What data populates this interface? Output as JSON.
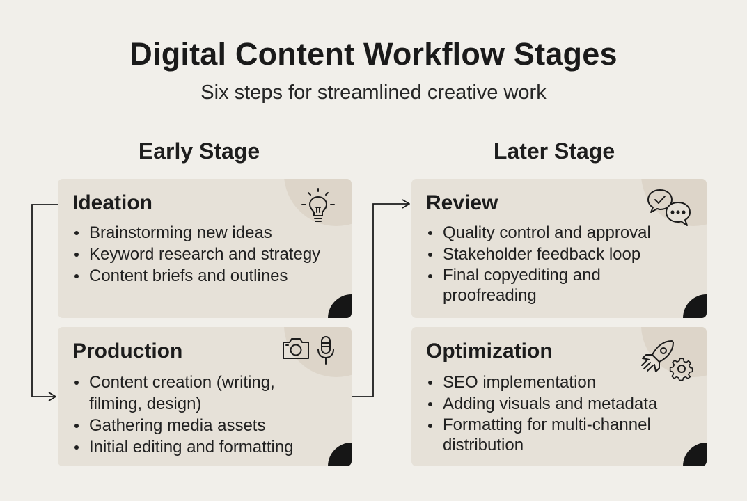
{
  "title": "Digital Content Workflow Stages",
  "subtitle": "Six steps for streamlined creative work",
  "columns": {
    "early": "Early Stage",
    "later": "Later Stage"
  },
  "cards": {
    "ideation": {
      "title": "Ideation",
      "icon": "lightbulb-icon",
      "items": [
        "Brainstorming new ideas",
        "Keyword research and strategy",
        "Content briefs and outlines"
      ]
    },
    "production": {
      "title": "Production",
      "icons": [
        "camera-icon",
        "microphone-icon"
      ],
      "items": [
        "Content creation (writing,\nfilming, design)",
        "Gathering media assets",
        "Initial editing and formatting"
      ]
    },
    "review": {
      "title": "Review",
      "icon": "chat-bubbles-icon",
      "items": [
        "Quality control and approval",
        "Stakeholder feedback loop",
        "Final copyediting and\nproofreading"
      ]
    },
    "optimization": {
      "title": "Optimization",
      "icons": [
        "rocket-icon",
        "gear-icon"
      ],
      "items": [
        "SEO implementation",
        "Adding visuals and metadata",
        "Formatting for multi-channel\ndistribution"
      ]
    }
  },
  "colors": {
    "background": "#f1efea",
    "card": "#e6e1d8",
    "accent_blob": "#ddd5c9",
    "ink": "#1c1c1c"
  }
}
